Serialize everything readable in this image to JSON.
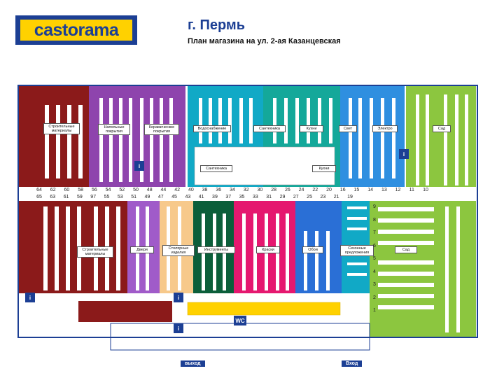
{
  "header": {
    "logo_text": "castorama",
    "city": "г. Пермь",
    "subtitle": "План магазина на ул. 2-ая Казанцевская"
  },
  "colors": {
    "brand_blue": "#1c3f94",
    "brand_yellow": "#ffd100",
    "building": "#8b1a1a",
    "flooring": "#8e44ad",
    "plumbing": "#11a9c6",
    "kitchens": "#14a89a",
    "light": "#2f8fe0",
    "garden": "#8cc63f",
    "joinery": "#f7c98b",
    "tools": "#0b5e3a",
    "paints": "#e5186f",
    "wallpaper": "#2a6fd6",
    "doors": "#a05bc9"
  },
  "departments": {
    "stroy_top": "Строительные материалы",
    "floor": "Напольные покрытия",
    "ceramic": "Керамические покрытия",
    "water": "Водоснабжение",
    "santeh_top": "Сантехника",
    "kitchens_top": "Кухни",
    "light": "Свет",
    "electro": "Электро",
    "garden_top": "Сад",
    "santeh_mid": "Сантехника",
    "kitchens_mid": "Кухни",
    "stroy_bottom": "Строительные материалы",
    "doors": "Двери",
    "joinery": "Столярные изделия",
    "tools": "Инструменты",
    "paints": "Краски",
    "wallpaper": "Обои",
    "seasonal": "Сезонные предложения",
    "garden_bottom": "Сад"
  },
  "aisles_top": [
    "64",
    "62",
    "60",
    "58",
    "56",
    "54",
    "52",
    "50",
    "48",
    "44",
    "42",
    "40",
    "38",
    "36",
    "34",
    "32",
    "30",
    "28",
    "26",
    "24",
    "22",
    "20",
    "16",
    "15",
    "14",
    "13",
    "12",
    "11",
    "10"
  ],
  "aisles_bottom": [
    "65",
    "63",
    "61",
    "59",
    "97",
    "55",
    "53",
    "51",
    "49",
    "47",
    "45",
    "43",
    "41",
    "39",
    "37",
    "35",
    "33",
    "31",
    "29",
    "27",
    "25",
    "23",
    "21",
    "19"
  ],
  "garden_rows": [
    "9",
    "8",
    "7",
    "6",
    "5",
    "4",
    "3",
    "2",
    "1"
  ],
  "exits": {
    "exit_label": "выход",
    "enter_label": "Вход"
  },
  "service_icons": {
    "wc": "WC",
    "info": "i"
  }
}
